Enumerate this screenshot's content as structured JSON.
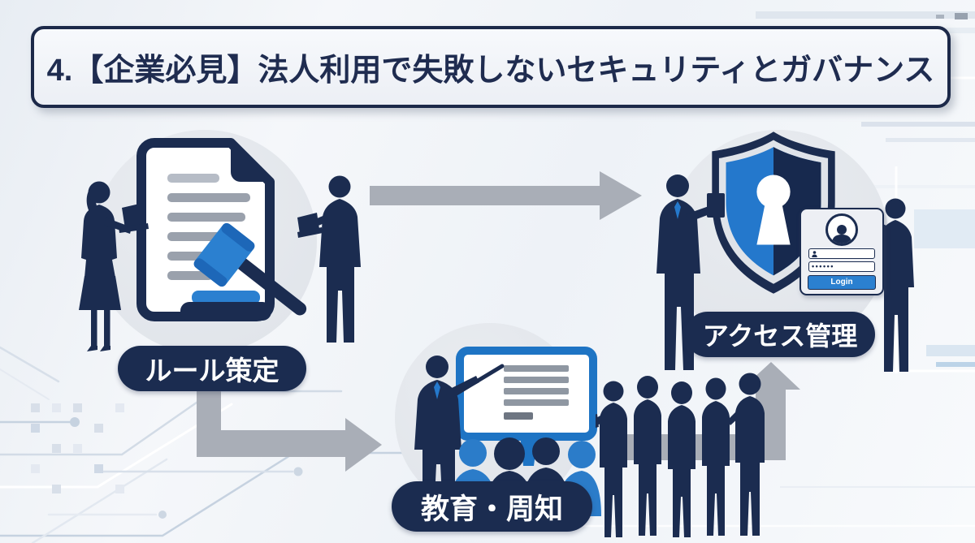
{
  "title": "4.【企業必見】法人利用で失敗しないセキュリティとガバナンス",
  "stages": [
    {
      "id": "rule-making",
      "label": "ルール策定",
      "icon": "document-gavel-icon"
    },
    {
      "id": "education",
      "label": "教育・周知",
      "icon": "presentation-training-icon"
    },
    {
      "id": "access-control",
      "label": "アクセス管理",
      "icon": "shield-keyhole-icon"
    }
  ],
  "login_card": {
    "avatar_icon": "user-avatar-icon",
    "username_icon": "user-icon",
    "password_mask": "••••••",
    "login_button_label": "Login"
  },
  "colors": {
    "navy": "#1b2c50",
    "blue": "#2579cc",
    "light_blue": "#2b80d0",
    "arrow_gray": "#a9aeb7",
    "circle_bg": "#e4e8ed",
    "banner_bg": "#f3f5f9",
    "banner_border": "#1c2949",
    "title_text": "#1f2c50",
    "label_text": "#ffffff"
  }
}
